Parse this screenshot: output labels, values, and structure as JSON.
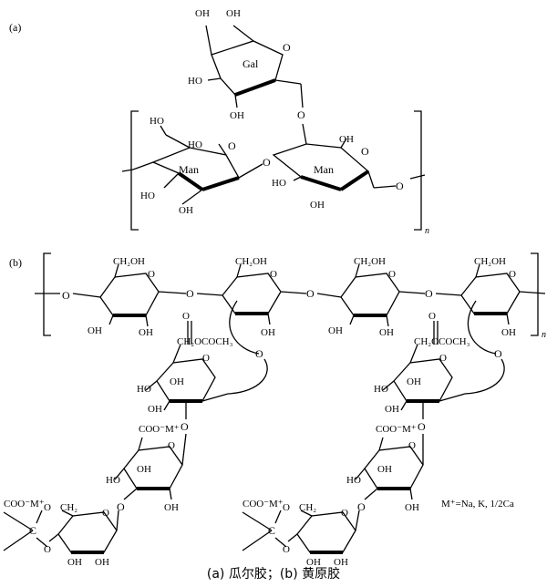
{
  "panel_a": {
    "label": "(a)",
    "gal_ring": "Gal",
    "man_ring_1": "Man",
    "man_ring_2": "Man",
    "repeat_subscript": "n",
    "oh": "OH",
    "ho": "HO",
    "o": "O"
  },
  "panel_b": {
    "label": "(b)",
    "ch2oh": "CH₂OH",
    "acetyl": "CH₂OCOCH₃",
    "coo": "COO⁻M⁺",
    "coo_ch2": "CH₂",
    "c_atom": "C",
    "repeat_subscript": "n",
    "counterion": "M⁺=Na, K, 1/2Ca"
  },
  "caption": "(a)  瓜尔胶；(b)  黄原胶"
}
